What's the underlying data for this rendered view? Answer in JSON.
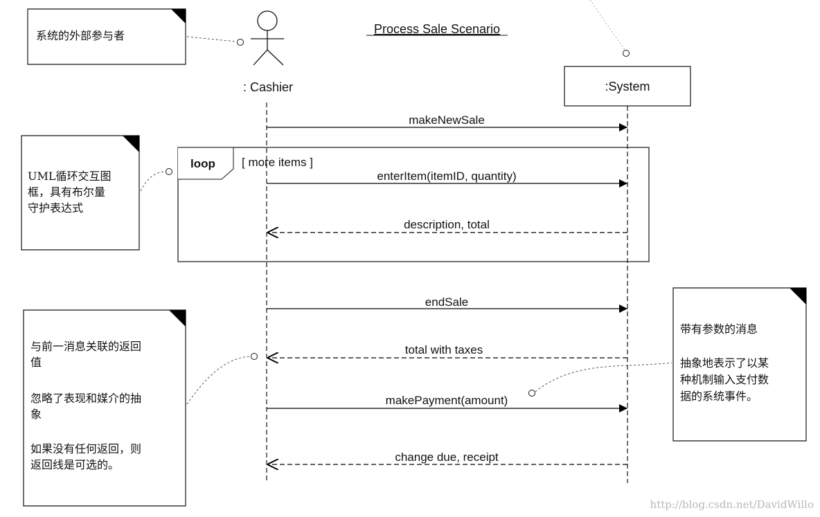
{
  "diagram_type": "UML sequence diagram",
  "title": "Process Sale Scenario",
  "actor": {
    "name": ": Cashier"
  },
  "system": {
    "name": ":System"
  },
  "loop": {
    "keyword": "loop",
    "guard": "[ more items ]"
  },
  "messages": [
    {
      "label": "makeNewSale",
      "kind": "sync"
    },
    {
      "label": "enterItem(itemID, quantity)",
      "kind": "sync"
    },
    {
      "label": "description, total",
      "kind": "return"
    },
    {
      "label": "endSale",
      "kind": "sync"
    },
    {
      "label": "total with taxes",
      "kind": "return"
    },
    {
      "label": "makePayment(amount)",
      "kind": "sync"
    },
    {
      "label": "change due, receipt",
      "kind": "return"
    }
  ],
  "notes": {
    "actor_note": [
      "系统的外部参与者"
    ],
    "loop_note": [
      "UML循环交互图",
      "框，具有布尔量",
      "守护表达式"
    ],
    "return_note": [
      "与前一消息关联的返回",
      "值",
      "",
      "忽略了表现和媒介的抽",
      "象",
      "",
      "如果没有任何返回，则",
      "返回线是可选的。"
    ],
    "param_note": [
      "带有参数的消息",
      "",
      "抽象地表示了以某",
      "种机制输入支付数",
      "据的系统事件。"
    ]
  },
  "watermark": "http://blog.csdn.net/DavidWillo"
}
